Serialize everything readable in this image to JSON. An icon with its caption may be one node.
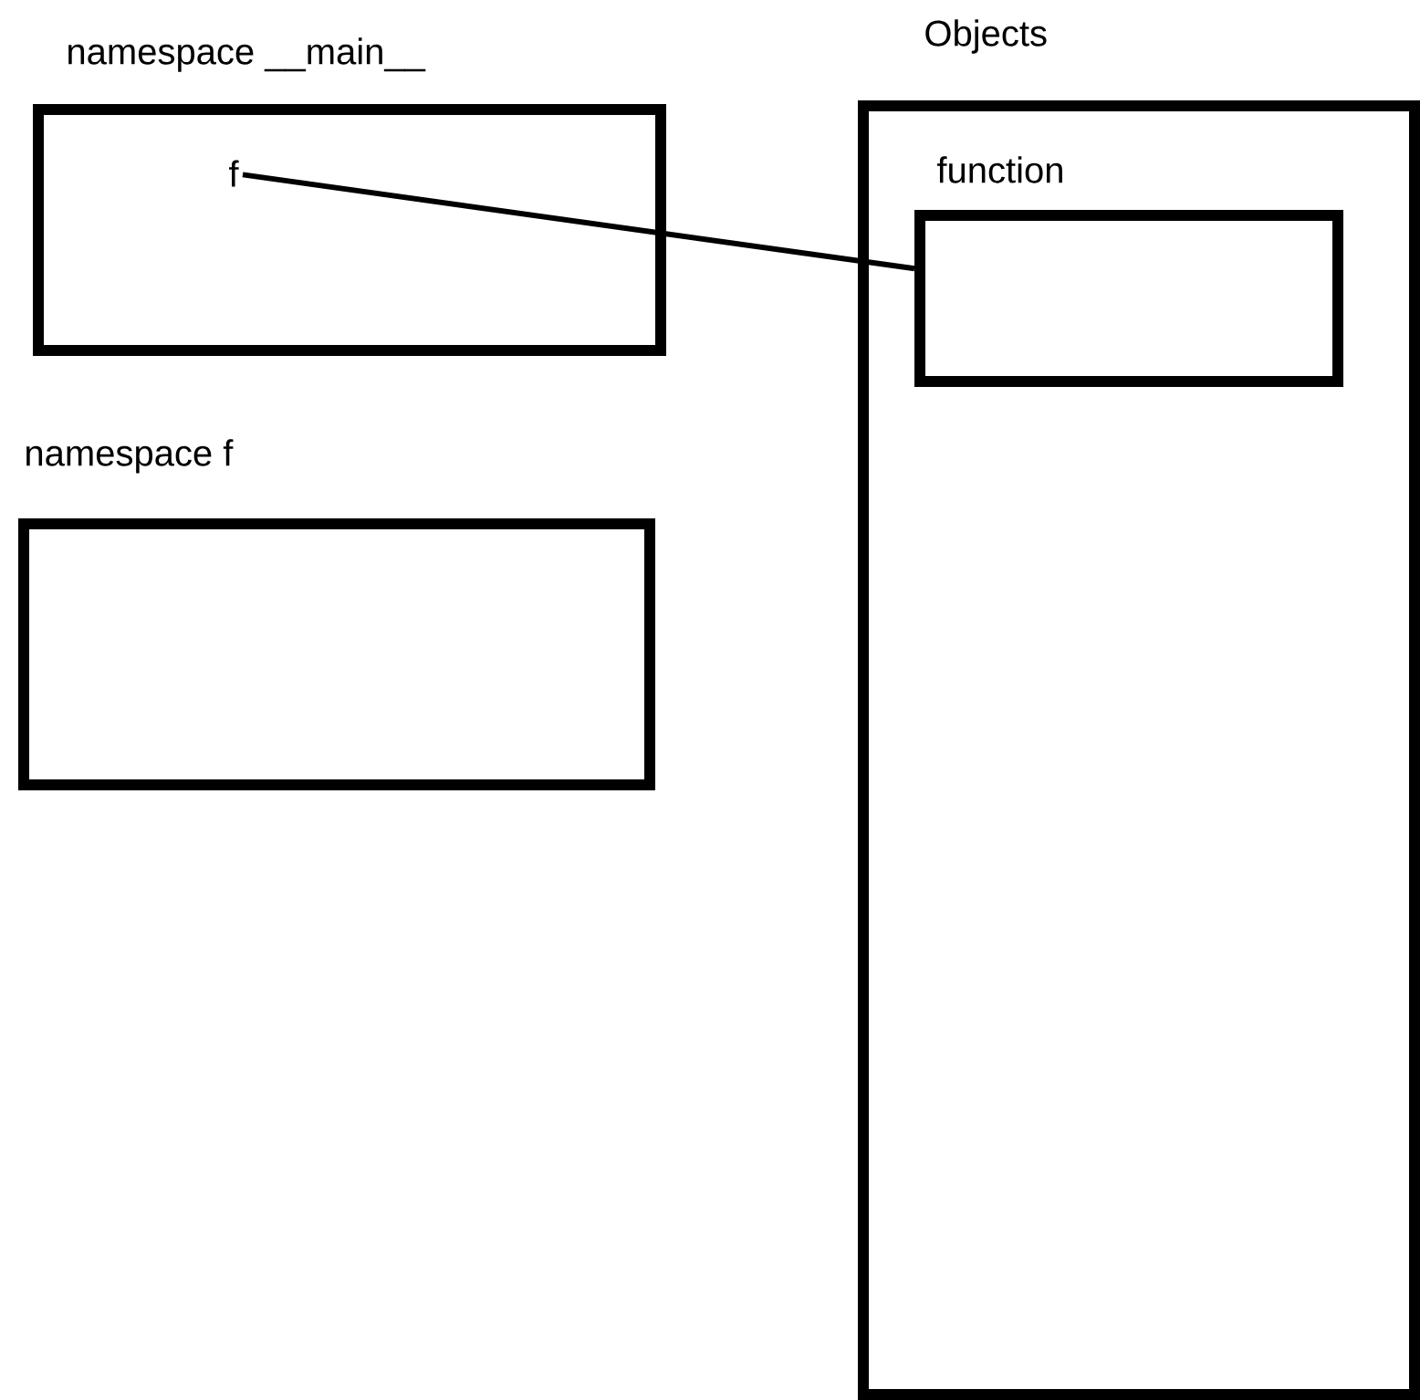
{
  "diagram": {
    "nodes": [
      {
        "text": [
          "namespace __main__"
        ]
      },
      {
        "text": [
          "f"
        ],
        "in": 0
      },
      {
        "text": [
          "namespace f"
        ]
      },
      {
        "text": [
          "Objects"
        ]
      },
      {
        "text": [
          "function"
        ],
        "in": 3
      }
    ],
    "edges": [
      {
        "from": 1,
        "to": 4,
        "arrow": "none"
      }
    ]
  }
}
